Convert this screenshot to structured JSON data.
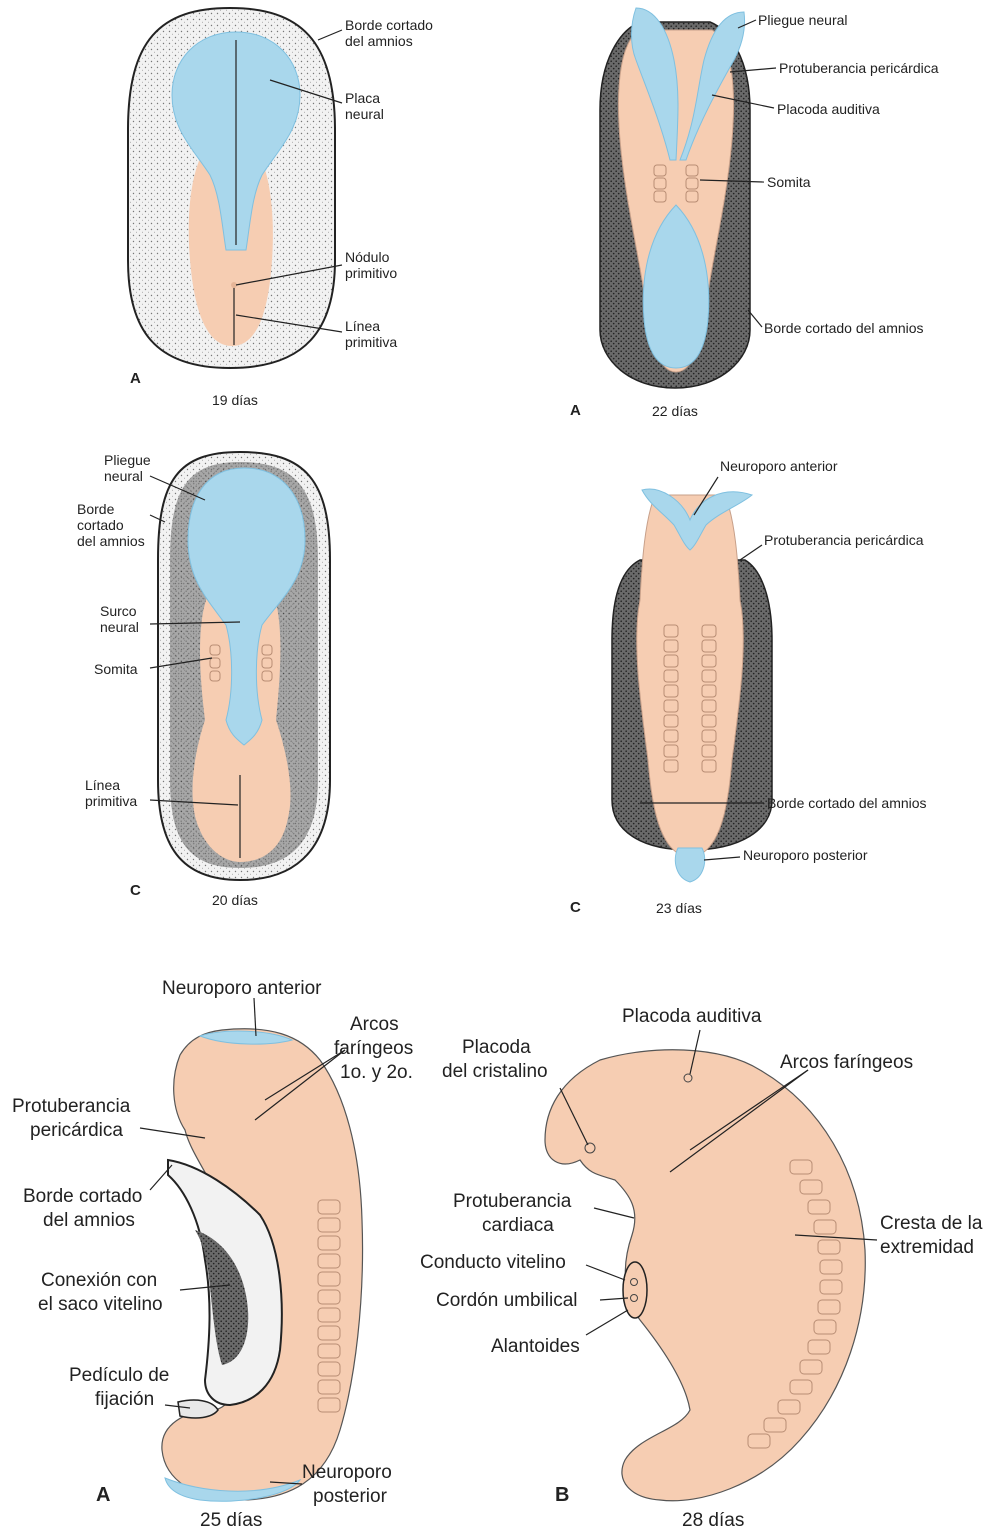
{
  "colors": {
    "neural": "#a9d7ec",
    "neural_dark": "#7fc0e0",
    "embryo": "#f6cdb2",
    "embryo_dark": "#e6b597",
    "amnion": "#f3f3f3",
    "outline": "#222222"
  },
  "panel_19": {
    "letter": "A",
    "age": "19 días",
    "labels": {
      "amnion": [
        "Borde cortado",
        "del amnios"
      ],
      "neural_plate": [
        "Placa",
        "neural"
      ],
      "primitive_node": [
        "Nódulo",
        "primitivo"
      ],
      "primitive_streak": [
        "Línea",
        "primitiva"
      ]
    }
  },
  "panel_22": {
    "letter": "A",
    "age": "22 días",
    "labels": {
      "neural_fold": "Pliegue neural",
      "pericardial": "Protuberancia pericárdica",
      "otic": "Placoda auditiva",
      "somite": "Somita",
      "amnion": "Borde cortado del amnios"
    }
  },
  "panel_20": {
    "letter": "C",
    "age": "20 días",
    "labels": {
      "neural_fold": [
        "Pliegue",
        "neural"
      ],
      "amnion": [
        "Borde",
        "cortado",
        "del amnios"
      ],
      "neural_groove": [
        "Surco",
        "neural"
      ],
      "somite": "Somita",
      "primitive_streak": [
        "Línea",
        "primitiva"
      ]
    }
  },
  "panel_23": {
    "letter": "C",
    "age": "23 días",
    "labels": {
      "anterior_neuropore": "Neuroporo anterior",
      "pericardial": "Protuberancia pericárdica",
      "amnion": "Borde cortado del amnios",
      "posterior_neuropore": "Neuroporo posterior"
    }
  },
  "panel_25": {
    "letter": "A",
    "age": "25 días",
    "labels": {
      "anterior_neuropore": "Neuroporo anterior",
      "arches": [
        "Arcos",
        "faríngeos",
        "1o. y 2o."
      ],
      "pericardial": [
        "Protuberancia",
        "pericárdica"
      ],
      "amnion": [
        "Borde cortado",
        "del amnios"
      ],
      "yolk": [
        "Conexión con",
        "el saco vitelino"
      ],
      "stalk": [
        "Pedículo de",
        "fijación"
      ],
      "posterior_neuropore": [
        "Neuroporo",
        "posterior"
      ]
    }
  },
  "panel_28": {
    "letter": "B",
    "age": "28 días",
    "labels": {
      "otic": "Placoda auditiva",
      "lens": [
        "Placoda",
        "del cristalino"
      ],
      "arches": "Arcos faríngeos",
      "cardiac": [
        "Protuberancia",
        "cardiaca"
      ],
      "limb": [
        "Cresta de la",
        "extremidad"
      ],
      "vitelline": "Conducto vitelino",
      "umbilical": "Cordón umbilical",
      "allantois": "Alantoides"
    }
  }
}
